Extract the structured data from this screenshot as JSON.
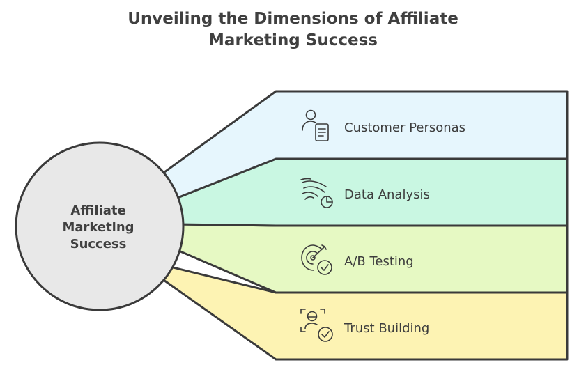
{
  "diagram": {
    "title_line1": "Unveiling the Dimensions of Affiliate",
    "title_line2": "Marketing Success",
    "hub": {
      "line1": "Affiliate",
      "line2": "Marketing",
      "line3": "Success",
      "color": "#e8e8e8"
    },
    "bands": [
      {
        "label": "Customer Personas",
        "icon": "customer-persona-icon",
        "color": "#e6f6fd"
      },
      {
        "label": "Data Analysis",
        "icon": "data-analysis-icon",
        "color": "#c9f7e2"
      },
      {
        "label": "A/B Testing",
        "icon": "target-check-icon",
        "color": "#e6f9c3"
      },
      {
        "label": "Trust Building",
        "icon": "person-check-icon",
        "color": "#fdf3b3"
      }
    ],
    "stroke_color": "#3a3a3a"
  }
}
